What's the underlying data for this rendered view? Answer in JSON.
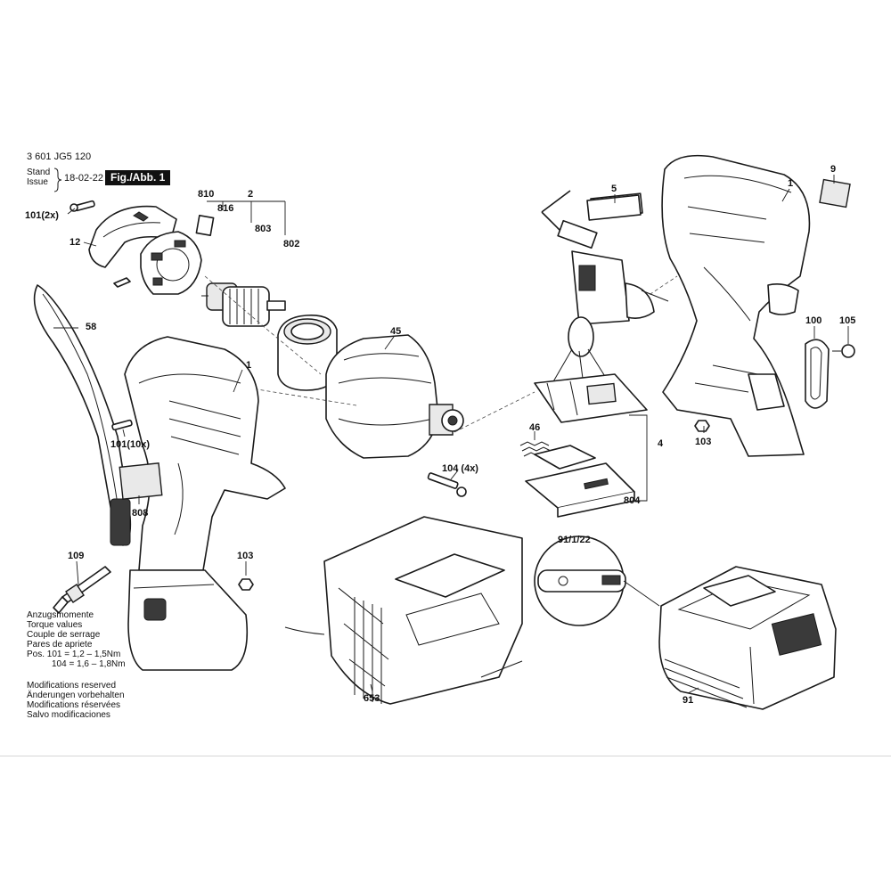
{
  "header": {
    "part_number": "3 601 JG5 120",
    "stand_label": "Stand",
    "issue_label": "Issue",
    "date": "18-02-22",
    "figure_label": "Fig./Abb. 1"
  },
  "callouts": {
    "c101_2x": "101(2x)",
    "c12": "12",
    "c810": "810",
    "c816": "816",
    "c2": "2",
    "c803": "803",
    "c802": "802",
    "c58": "58",
    "c1_left": "1",
    "c45": "45",
    "c101_10x": "101(10x)",
    "c808": "808",
    "c104_4x": "104 (4x)",
    "c109": "109",
    "c103_left": "103",
    "c5": "5",
    "c9": "9",
    "c1_right": "1",
    "c100": "100",
    "c105": "105",
    "c46": "46",
    "c4": "4",
    "c103_right": "103",
    "c804": "804",
    "c91_1_22": "91/1/22",
    "c653": "653",
    "c91": "91"
  },
  "torque": {
    "lines": [
      "Anzugsmomente",
      "Torque values",
      "Couple de serrage",
      "Pares de apriete"
    ],
    "pos101": "Pos. 101  = 1,2 – 1,5Nm",
    "pos104": "104  = 1,6 – 1,8Nm"
  },
  "notice": {
    "lines": [
      "Modifications reserved",
      "Änderungen vorbehalten",
      "Modifications réservées",
      "Salvo modificaciones"
    ]
  }
}
